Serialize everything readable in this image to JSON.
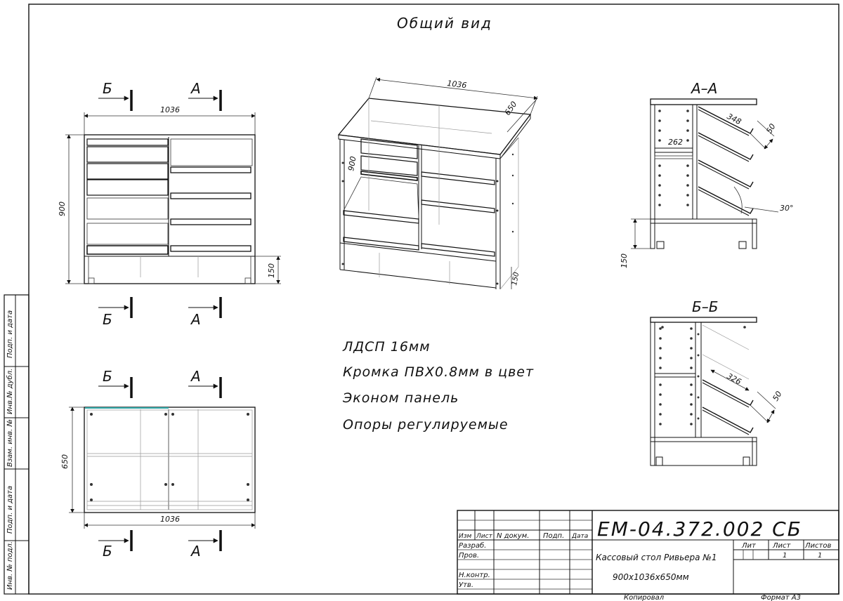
{
  "drawing_title": "Общий вид",
  "dimensions": {
    "front_width": "1036",
    "front_height": "900",
    "base_height": "150",
    "top_width": "1036",
    "top_depth": "650",
    "iso_width": "1036",
    "iso_depth": "650",
    "iso_height": "900",
    "iso_base": "150",
    "aa_shelf": "348",
    "aa_lip": "50",
    "aa_inner": "262",
    "aa_angle": "30°",
    "aa_base": "150",
    "bb_shelf": "326",
    "bb_lip": "50"
  },
  "section_marks": {
    "b": "Б",
    "a": "А",
    "aa_title": "А–А",
    "bb_title": "Б–Б"
  },
  "notes": [
    "ЛДСП 16мм",
    "Кромка ПВХ0.8мм в цвет",
    "Эконом панель",
    "Опоры регулируемые"
  ],
  "side_stamp": [
    "Подп. и дата",
    "Инв.№ дубл.",
    "Взам. инв. №",
    "Подп. и дата",
    "Инв. № подл."
  ],
  "title_block": {
    "code": "ЕМ-04.372.002 СБ",
    "name": "Кассовый стол Ривьера №1",
    "size": "900х1036х650мм",
    "col_headers": [
      "Изм",
      "Лист",
      "N докум.",
      "Подп.",
      "Дата"
    ],
    "roles": [
      "Разраб.",
      "Пров.",
      "Н.контр.",
      "Утв."
    ],
    "lit_label": "Лит",
    "sheet_label": "Лист",
    "sheets_label": "Листов",
    "sheet_value": "1",
    "sheets_value": "1",
    "copied": "Копировал",
    "format": "Формат А3"
  }
}
